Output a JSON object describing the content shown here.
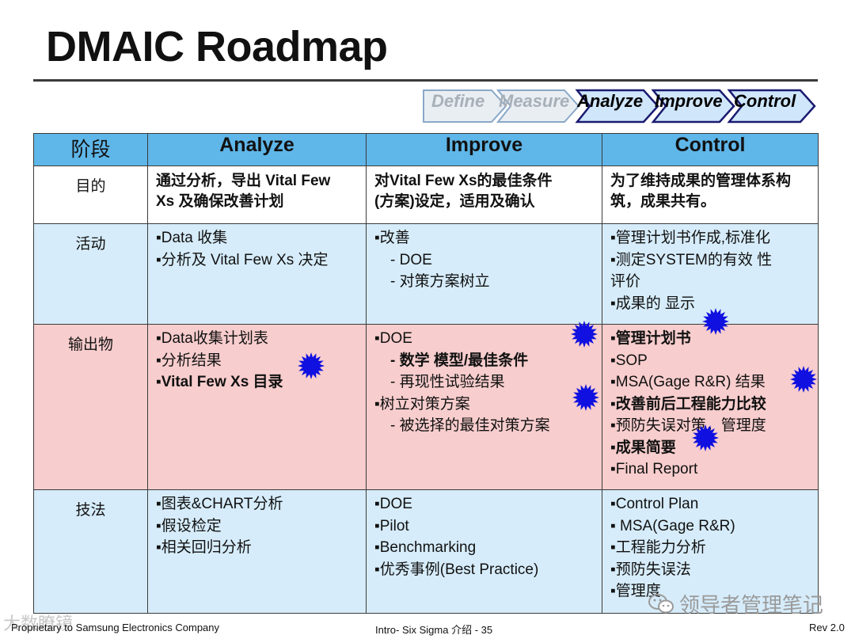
{
  "title": "DMAIC Roadmap",
  "roadmap": {
    "phases": [
      "Define",
      "Measure",
      "Analyze",
      "Improve",
      "Control"
    ],
    "inactive_color": "#a8b0b8",
    "active_fill": "#cfe6fb",
    "inactive_fill": "#e9eef3"
  },
  "table": {
    "headers": [
      "阶段",
      "Analyze",
      "Improve",
      "Control"
    ],
    "header_color": "#5fb6e8",
    "rows": {
      "purpose": {
        "label": "目的",
        "analyze": [
          "通过分析，导出 Vital Few",
          "Xs 及确保改善计划"
        ],
        "improve": [
          "对Vital Few Xs的最佳条件",
          "(方案)设定，适用及确认"
        ],
        "control": [
          "为了维持成果的管理体系构",
          "筑，成果共有。"
        ]
      },
      "activity": {
        "label": "活动",
        "analyze": [
          "▪Data 收集",
          "▪分析及 Vital Few Xs 决定"
        ],
        "improve": [
          "▪改善",
          "- DOE",
          "- 对策方案树立"
        ],
        "control": [
          "▪管理计划书作成,标准化",
          "▪测定SYSTEM的有效 性",
          "评价",
          "▪成果的 显示"
        ]
      },
      "output": {
        "label": "输出物",
        "analyze": [
          "▪Data收集计划表",
          "▪分析结果",
          "▪Vital Few Xs 目录"
        ],
        "improve": [
          "▪DOE",
          "- 数学 模型/最佳条件",
          "- 再现性试验结果",
          "▪树立对策方案",
          "- 被选择的最佳对策方案"
        ],
        "control": [
          "▪管理计划书",
          "▪SOP",
          "▪MSA(Gage R&R) 结果",
          "▪改善前后工程能力比较",
          "▪预防失误对策，管理度",
          "▪成果简要",
          "▪Final Report"
        ]
      },
      "tech": {
        "label": "技法",
        "analyze": [
          "▪图表&CHART分析",
          "▪假设检定",
          "▪相关回归分析"
        ],
        "improve": [
          "▪DOE",
          "▪Pilot",
          "▪Benchmarking",
          "▪优秀事例(Best Practice)"
        ],
        "control": [
          "▪Control Plan",
          "▪ MSA(Gage R&R)",
          "▪工程能力分析",
          "▪预防失误法",
          "▪管理度"
        ]
      }
    }
  },
  "highlight_color": "#1010e0",
  "footer": {
    "left": "Proprietary to Samsung Electronics Company",
    "center": "Intro- Six Sigma 介绍 - 35",
    "right": "Rev 2.0"
  },
  "watermark": {
    "right_text": "领导者管理笔记",
    "left_text": "大数瞭镜",
    "icon": "wechat-icon"
  }
}
